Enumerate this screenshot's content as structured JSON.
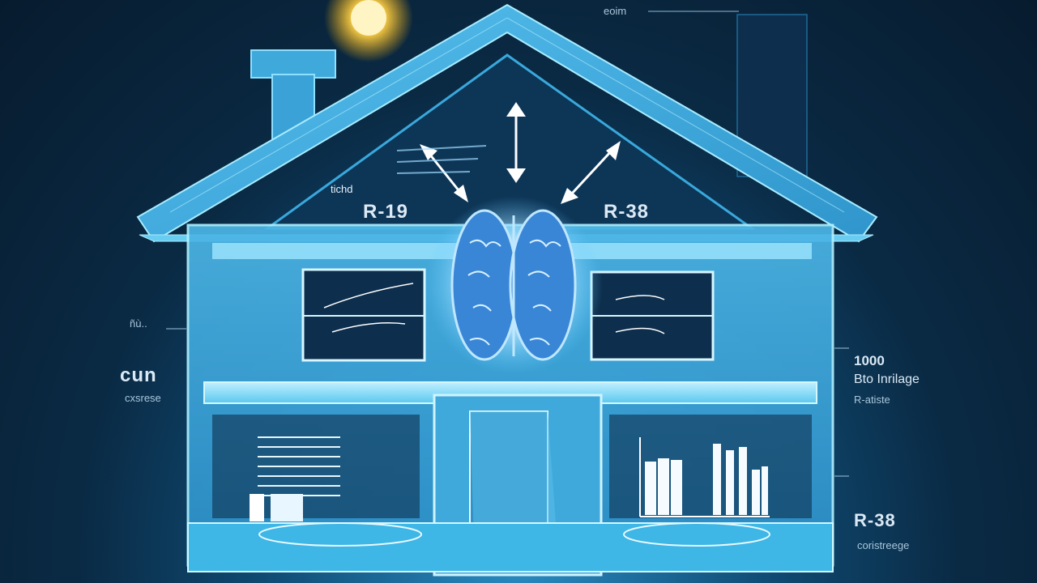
{
  "labels": {
    "top_right_note": "eoim",
    "attic_small": "tichd",
    "attic_left_r": "R-19",
    "attic_right_r": "R-38",
    "left_small": "ñù..",
    "left_big": "cun",
    "left_caption": "cxsrese",
    "right_value": "1000",
    "right_subtitle": "Bto Inrilage",
    "right_caption": "R-atiste",
    "bottom_right_r": "R-38",
    "bottom_right_caption": "coristreege"
  }
}
